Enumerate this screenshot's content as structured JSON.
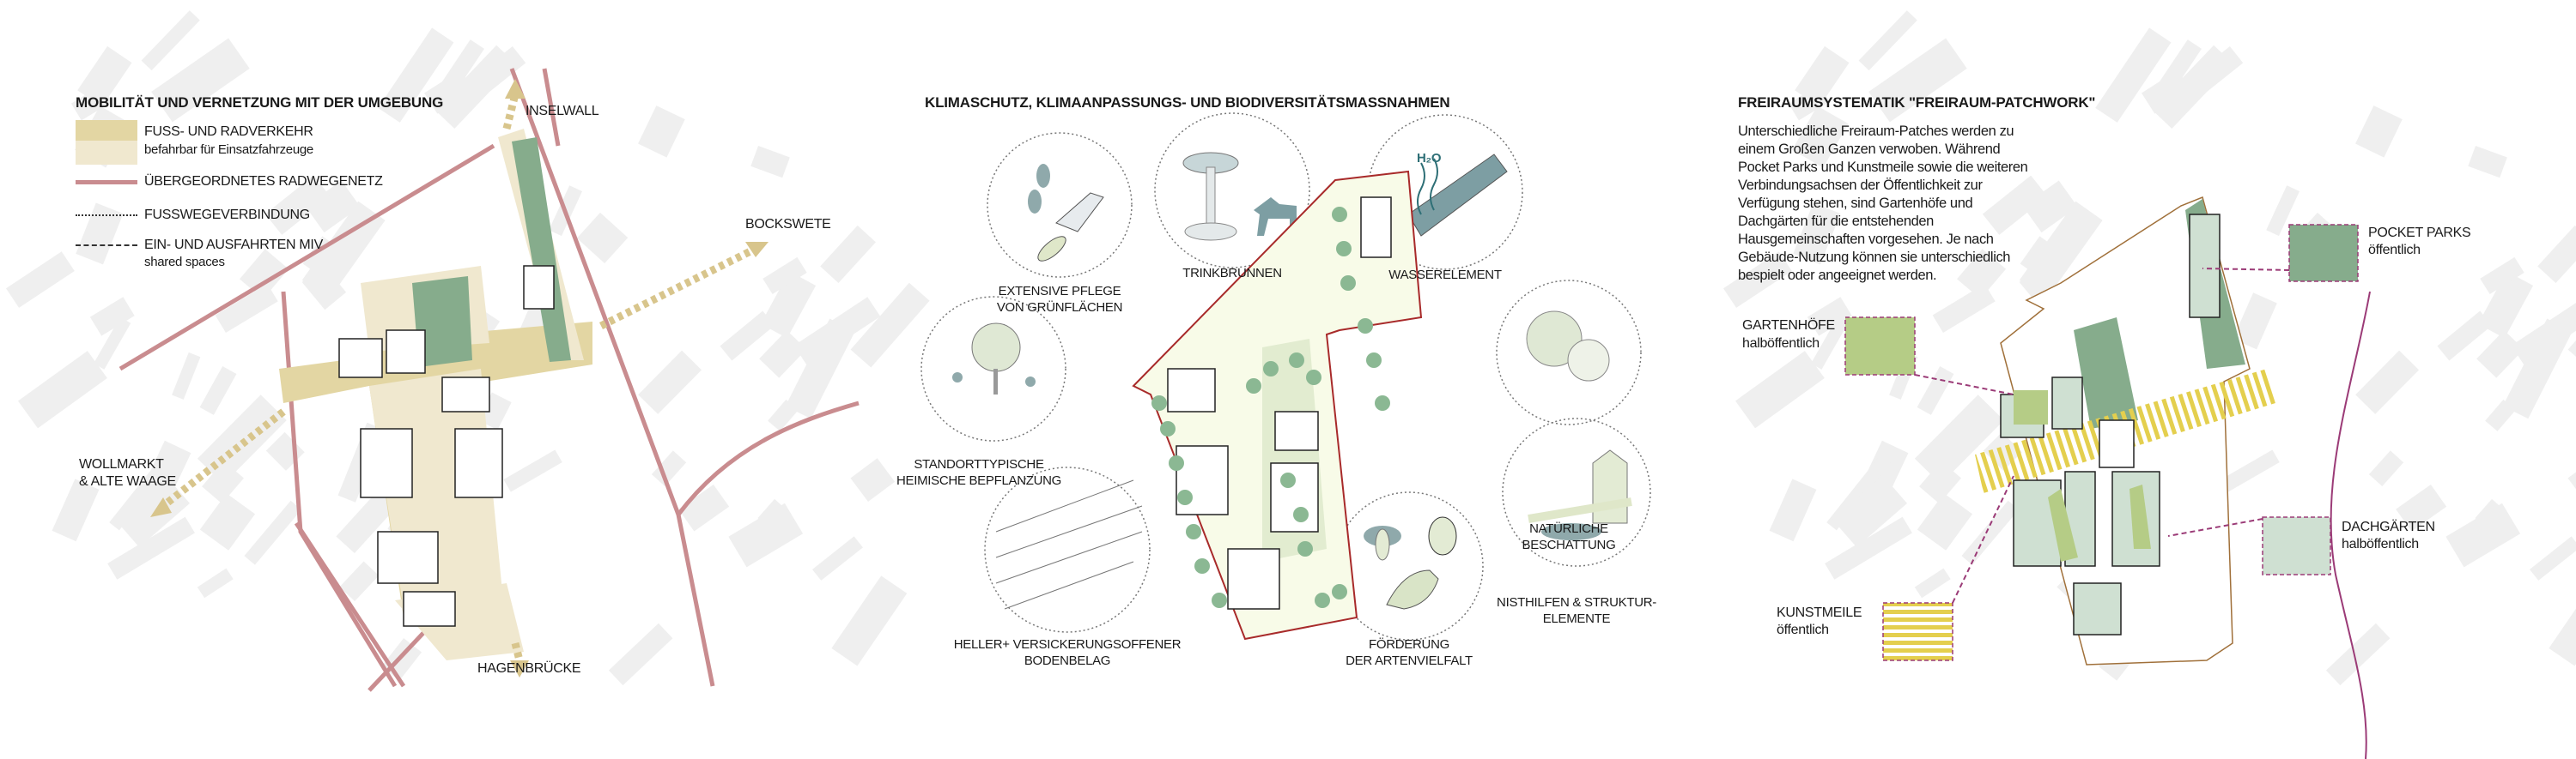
{
  "colors": {
    "foot_bike": "#e3d6a3",
    "foot_bike_light": "#f0e8cf",
    "bike_network": "#c98c8f",
    "park_green": "#86ac8c",
    "garden_green": "#b5cc86",
    "roof_green": "#cfe0d2",
    "art_yellow": "#e4cf4e",
    "pointer_purple": "#9b3b77",
    "buildings_bg": "#efefef"
  },
  "panel_mobility": {
    "title": "MOBILITÄT UND VERNETZUNG MIT DER UMGEBUNG",
    "legend": [
      {
        "label": "FUSS- UND RADVERKEHR",
        "sub": "befahrbar für Einsatzfahrzeuge"
      },
      {
        "label": "ÜBERGEORDNETES RADWEGENETZ"
      },
      {
        "label": "FUSSWEGEVERBINDUNG"
      },
      {
        "label": "EIN- UND AUSFAHRTEN MIV",
        "sub": "shared spaces"
      }
    ],
    "places": {
      "inselwall": "INSELWALL",
      "bockswete": "BOCKSWETE",
      "wollmarkt_1": "WOLLMARKT",
      "wollmarkt_2": "& ALTE WAAGE",
      "hagenbruecke": "HAGENBRÜCKE"
    }
  },
  "panel_climate": {
    "title": "KLIMASCHUTZ, KLIMAANPASSUNGS- UND BIODIVERSITÄTSMASSNAHMEN",
    "measures": [
      {
        "line1": "EXTENSIVE PFLEGE",
        "line2": "VON GRÜNFLÄCHEN"
      },
      {
        "line1": "TRINKBRUNNEN"
      },
      {
        "line1": "WASSERELEMENT",
        "icon_text": "H₂O"
      },
      {
        "line1": "STANDORTTYPISCHE",
        "line2": "HEIMISCHE BEPFLANZUNG"
      },
      {
        "line1": "NATÜRLICHE",
        "line2": "BESCHATTUNG"
      },
      {
        "line1": "HELLER+ VERSICKERUNGSOFFENER",
        "line2": "BODENBELAG"
      },
      {
        "line1": "FÖRDERUNG",
        "line2": "DER ARTENVIELFALT"
      },
      {
        "line1": "NISTHILFEN & STRUKTUR-",
        "line2": "ELEMENTE"
      }
    ]
  },
  "panel_patchwork": {
    "title": "FREIRAUMSYSTEMATIK \"FREIRAUM-PATCHWORK\"",
    "paragraph": "Unterschiedliche Freiraum-Patches werden zu einem Großen Ganzen verwoben. Während Pocket Parks und Kunstmeile sowie die weiteren Verbindungsachsen der Öffentlichkeit zur Verfügung stehen, sind Gartenhöfe und Dachgärten für die entstehenden Hausgemeinschaften vorgesehen. Je nach Gebäude-Nutzung können sie unterschiedlich bespielt oder angeeignet werden.",
    "legend": {
      "pocket_parks": {
        "label": "POCKET PARKS",
        "sub": "öffentlich"
      },
      "gartenhoefe": {
        "label": "GARTENHÖFE",
        "sub": "halböffentlich"
      },
      "dachgaerten": {
        "label": "DACHGÄRTEN",
        "sub": "halböffentlich"
      },
      "kunstmeile": {
        "label": "KUNSTMEILE",
        "sub": "öffentlich"
      }
    }
  }
}
